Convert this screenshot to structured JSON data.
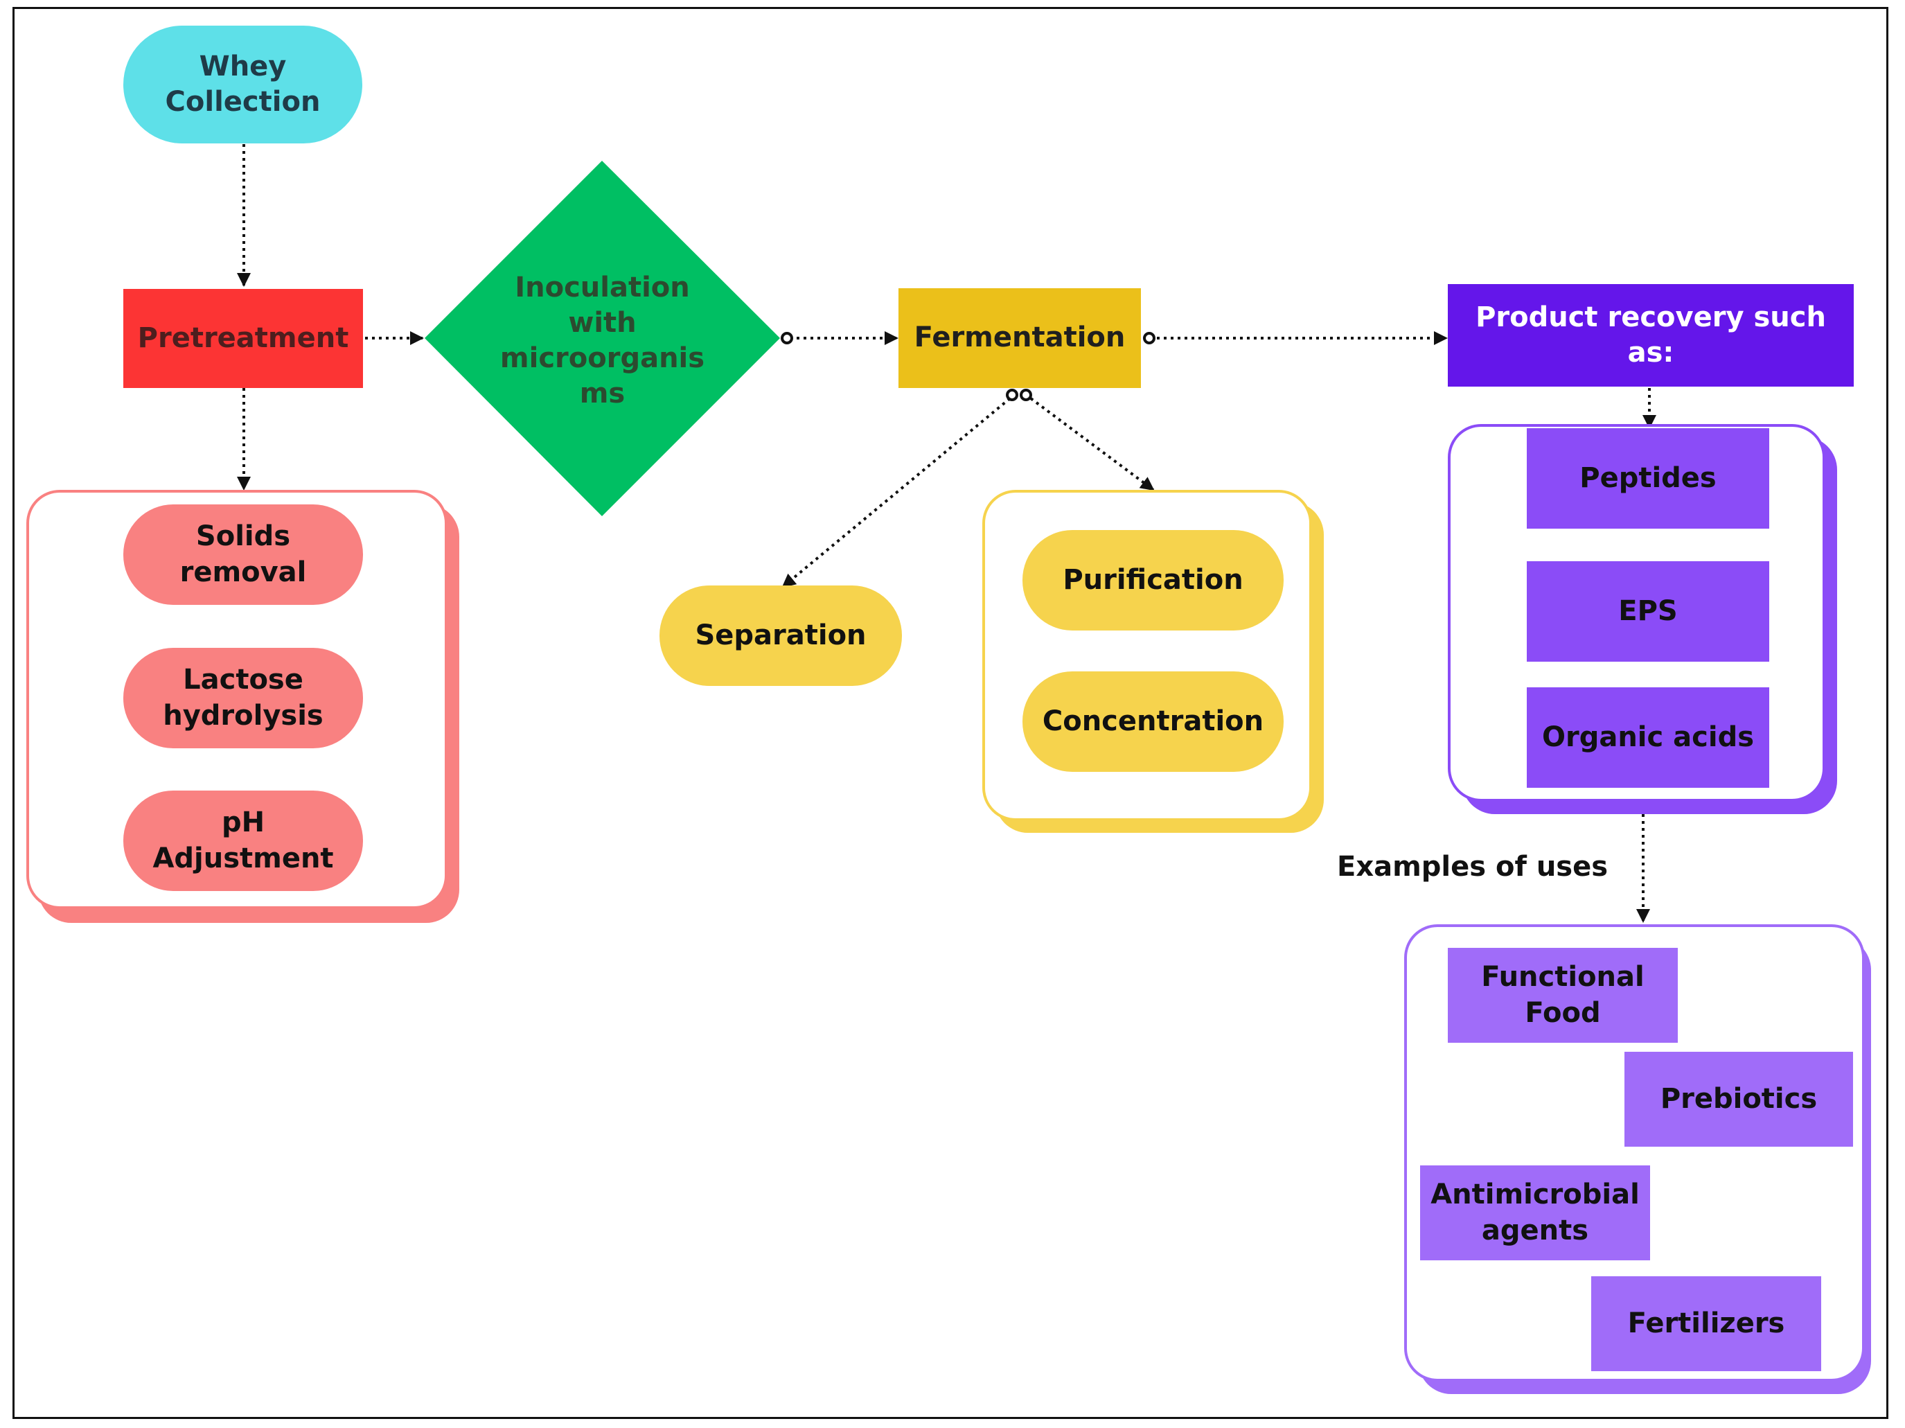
{
  "nodes": {
    "whey_collection": "Whey\nCollection",
    "pretreatment": "Pretreatment",
    "inoculation": "Inoculation\nwith\nmicroorganis\nms",
    "fermentation": "Fermentation",
    "product_recovery": "Product recovery such\nas:"
  },
  "pretreatment_steps": [
    "Solids\nremoval",
    "Lactose\nhydrolysis",
    "pH\nAdjustment"
  ],
  "separation": "Separation",
  "downstream_steps": [
    "Purification",
    "Concentration"
  ],
  "products": [
    "Peptides",
    "EPS",
    "Organic acids"
  ],
  "uses_caption": "Examples of uses",
  "uses": [
    "Functional\nFood",
    "Prebiotics",
    "Antimicrobial\nagents",
    "Fertilizers"
  ],
  "colors": {
    "whey": "#5ee0e8",
    "pretreatment": "#fc3434",
    "pretreatment_step": "#f98181",
    "inoculation": "#00bf63",
    "fermentation": "#ebc01a",
    "yellow_step": "#f6d34d",
    "product_recovery": "#6416ea",
    "product": "#8b4cf7",
    "use": "#a06cf9"
  }
}
